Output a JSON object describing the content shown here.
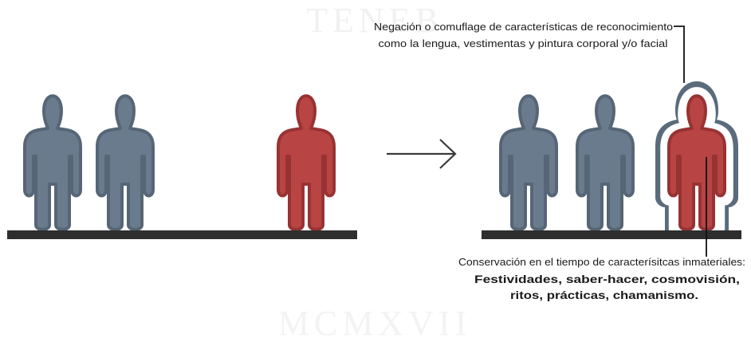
{
  "colors": {
    "background": "#ffffff",
    "person_gray": "#6a7b8d",
    "person_gray_edge": "#566676",
    "person_red": "#b94444",
    "person_red_edge": "#983333",
    "halo_outer": "#5a6b7c",
    "halo_inner": "#ffffff",
    "ground": "#2e2e2e",
    "arrow": "#3a3a3a",
    "leader": "#111111",
    "watermark": "#f1f1f1"
  },
  "watermark": {
    "top_text": "TENEB",
    "bottom_text": "MCMXVII"
  },
  "left_scene": {
    "people": [
      {
        "role": "gray-person",
        "color": "gray"
      },
      {
        "role": "gray-person",
        "color": "gray"
      },
      {
        "role": "red-person",
        "color": "red"
      }
    ]
  },
  "right_scene": {
    "people": [
      {
        "role": "gray-person",
        "color": "gray"
      },
      {
        "role": "gray-person",
        "color": "gray"
      },
      {
        "role": "red-person-camouflaged",
        "color": "red"
      }
    ]
  },
  "annotations": {
    "top": {
      "line1": "Negación o comuflage de características de reconocimiento",
      "line2": "como la lengua, vestimentas y pintura corporal y/o facial"
    },
    "bottom": {
      "line1": "Conservación en el tiempo de caracterísitcas inmateriales:",
      "line2": "Festividades, saber-hacer, cosmovisión,",
      "line3": "ritos, prácticas, chamanismo."
    }
  },
  "icons": {
    "arrow": "right-arrow-icon",
    "person": "person-icon"
  }
}
